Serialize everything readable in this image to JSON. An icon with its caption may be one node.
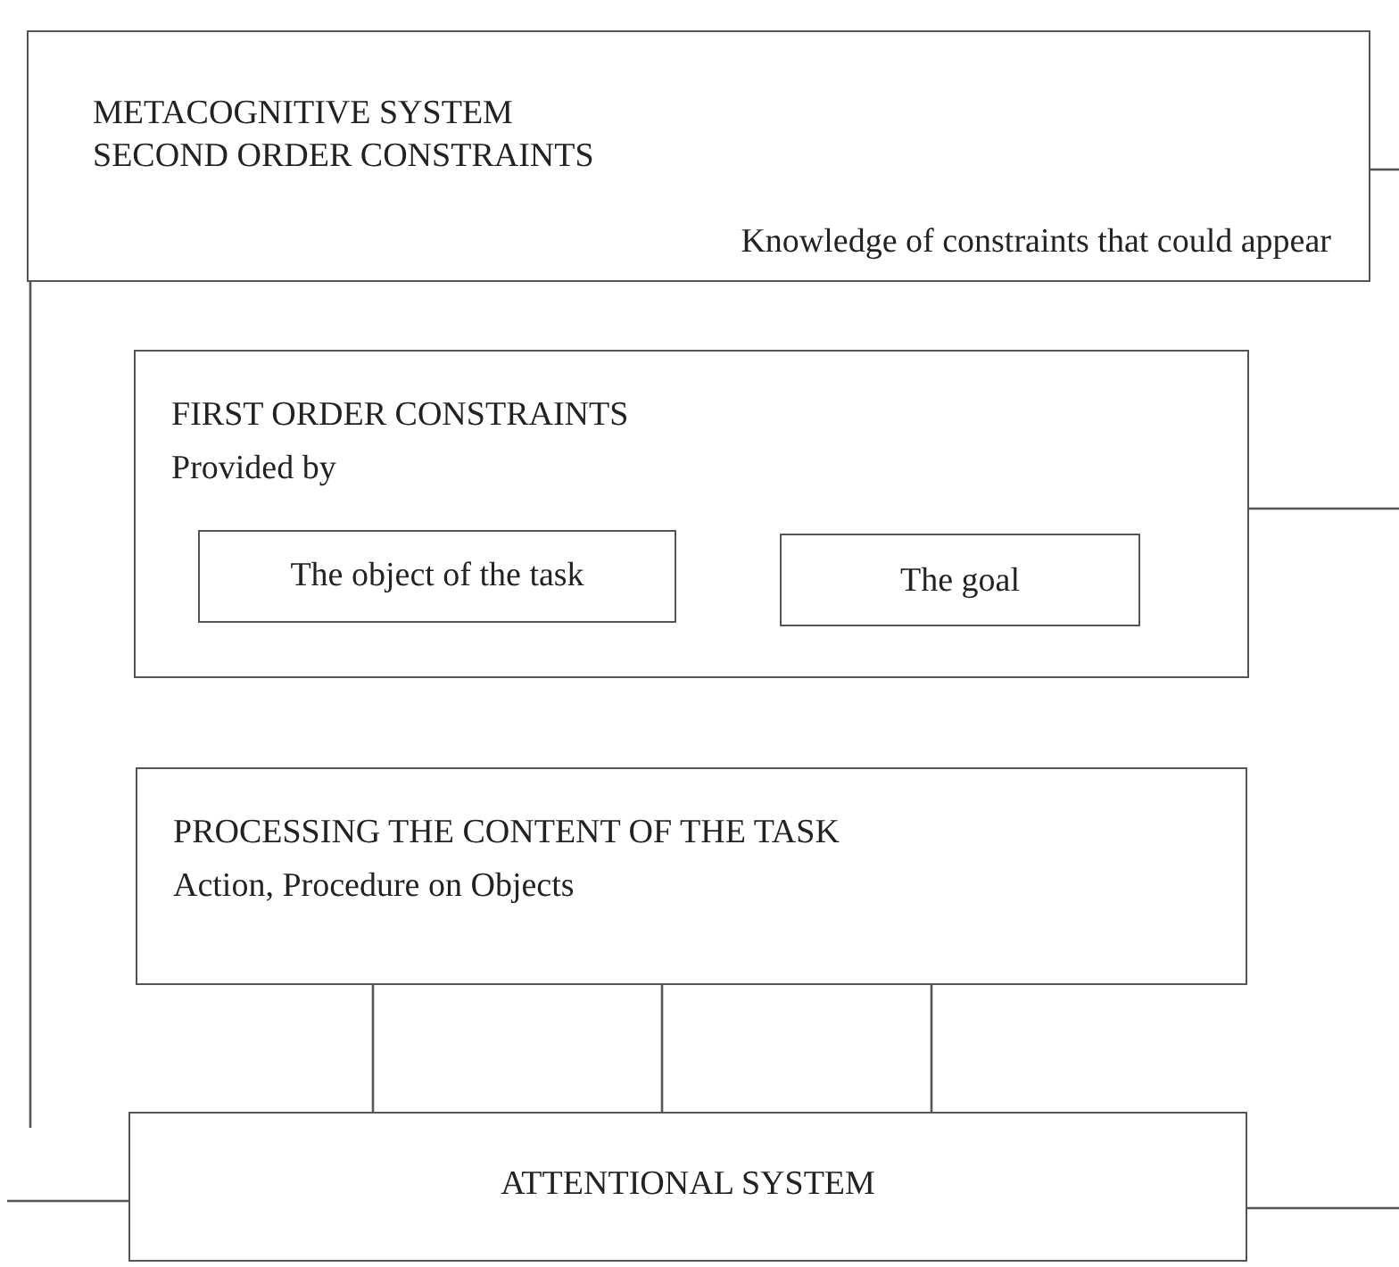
{
  "diagram": {
    "nodes": [
      {
        "text": [
          "METACOGNITIVE SYSTEM SECOND ORDER CONSTRAINTS",
          "Knowledge of constraints that could appear"
        ]
      },
      {
        "text": [
          "FIRST ORDER CONSTRAINTS",
          "Provided by"
        ]
      },
      {
        "text": [
          "The object of the task"
        ],
        "in": 1
      },
      {
        "text": [
          "The goal"
        ],
        "in": 1
      },
      {
        "text": [
          "PROCESSING THE CONTENT OF THE TASK",
          "Action, Procedure on Objects"
        ]
      },
      {
        "text": [
          "ATTENTIONAL SYSTEM"
        ]
      }
    ],
    "edges": [
      {
        "from": 0,
        "to": null,
        "arrow": "none"
      },
      {
        "from": 0,
        "to": null,
        "arrow": "none"
      },
      {
        "from": 1,
        "to": null,
        "arrow": "none"
      },
      {
        "from": 4,
        "to": 5,
        "arrow": "none"
      },
      {
        "from": 4,
        "to": 5,
        "arrow": "none"
      },
      {
        "from": 4,
        "to": 5,
        "arrow": "none"
      },
      {
        "from": null,
        "to": 5,
        "arrow": "none"
      },
      {
        "from": 5,
        "to": null,
        "arrow": "none"
      }
    ]
  }
}
